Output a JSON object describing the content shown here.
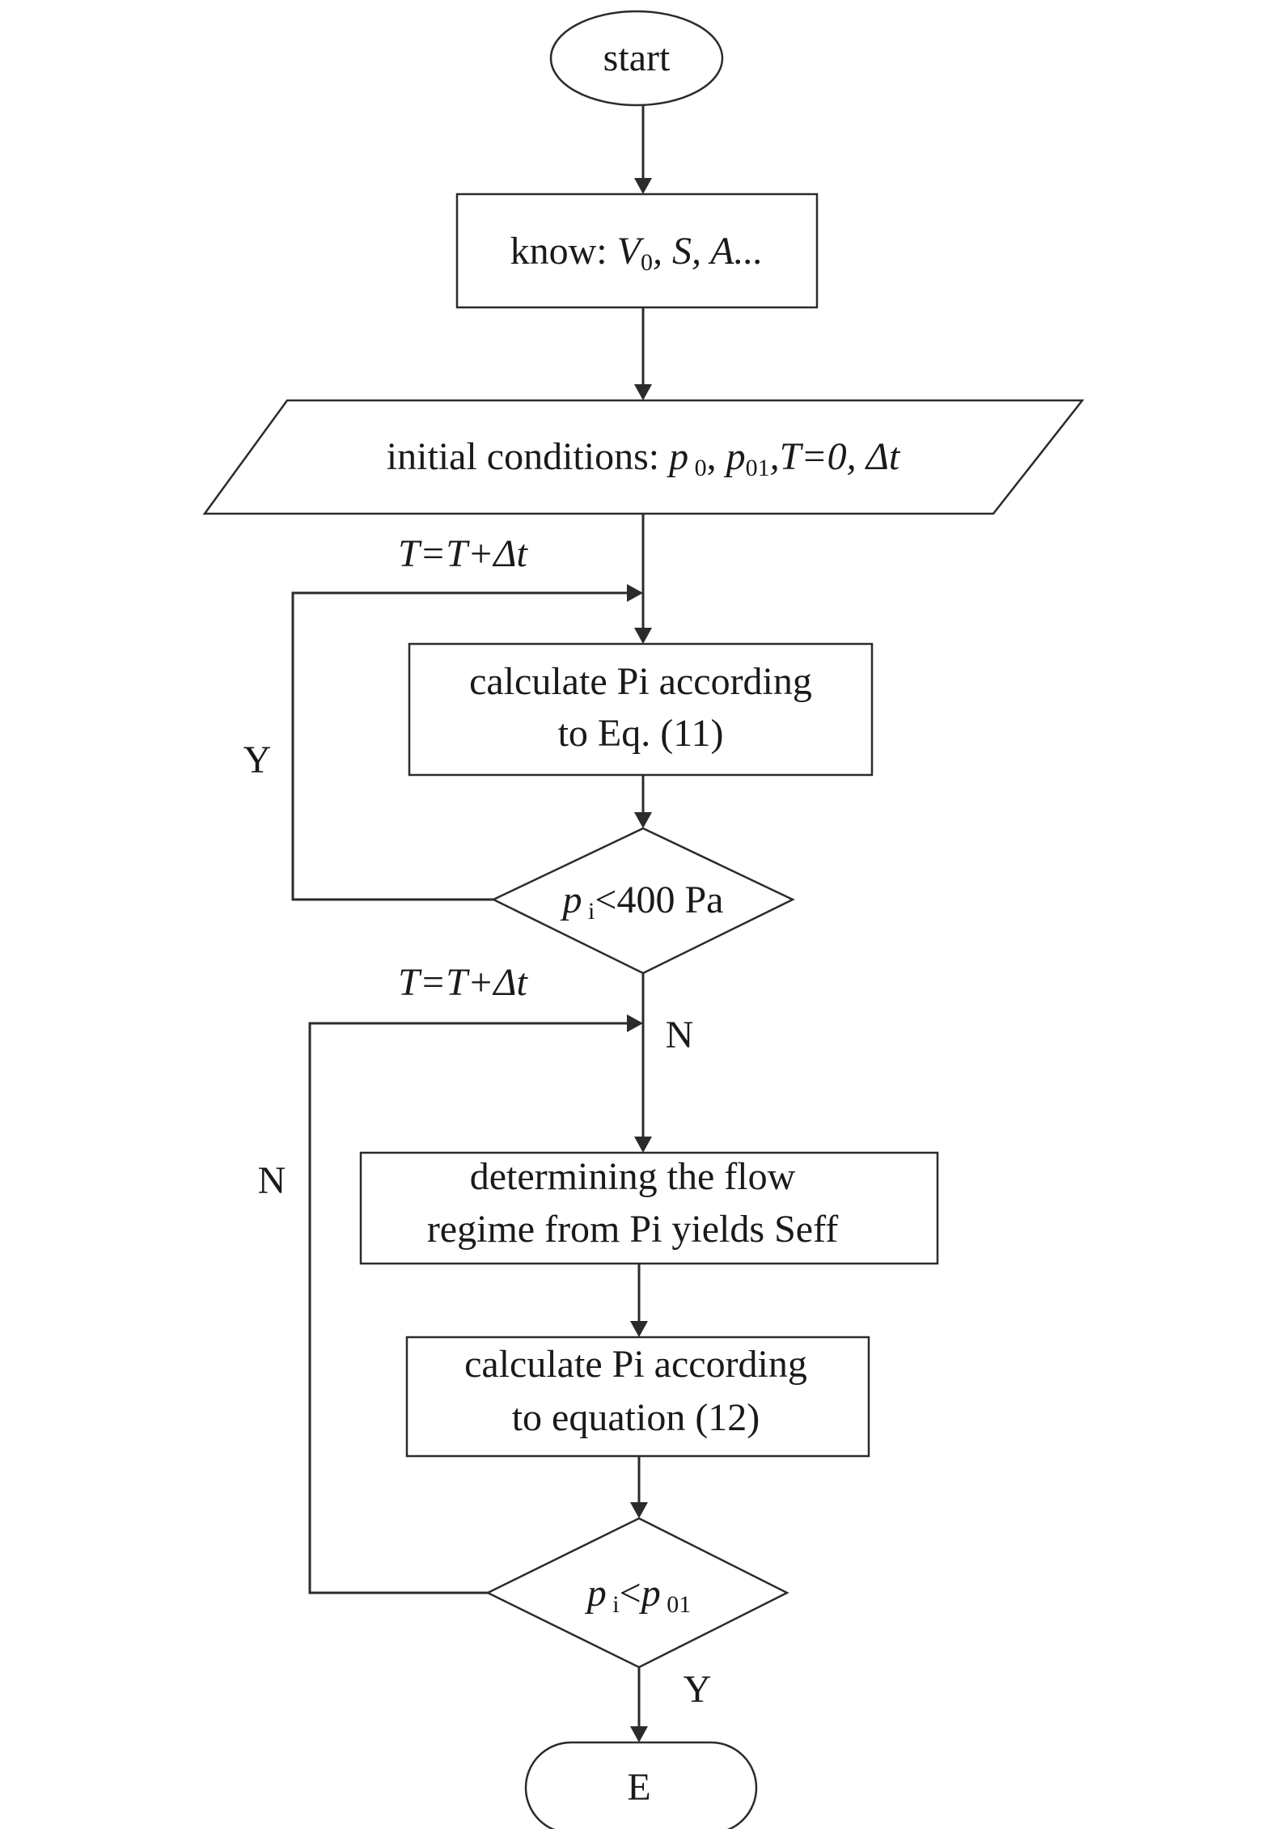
{
  "flowchart": {
    "start": "start",
    "known": {
      "prefix": "know: ",
      "v": "V",
      "v_sub": "0",
      "rest": ", S, A..."
    },
    "initial": {
      "prefix": "initial conditions: ",
      "p": "p",
      "p_sub": " 0",
      "p01": "p",
      "p01_sub": "01",
      "t_part": ",T=0, ",
      "dt": "Δt"
    },
    "loop1_update": "T=T+Δt",
    "calc1": {
      "line1": "calculate Pi according",
      "line2": "to Eq. (11)"
    },
    "decision1": {
      "p": "p",
      "p_sub": " i",
      "rest": "<400 Pa"
    },
    "loop1_yes": "Y",
    "loop1_no": "N",
    "loop2_update": "T=T+Δt",
    "determine": {
      "line1": "determining the flow",
      "line2": "regime from Pi yields Seff"
    },
    "calc2": {
      "line1": "calculate Pi according",
      "line2": "to equation (12)"
    },
    "decision2": {
      "p": "p",
      "p_sub": " i",
      "lt": "<",
      "p01": "p",
      "p01_sub": " 01"
    },
    "loop2_no": "N",
    "loop2_yes": "Y",
    "end": "E"
  }
}
